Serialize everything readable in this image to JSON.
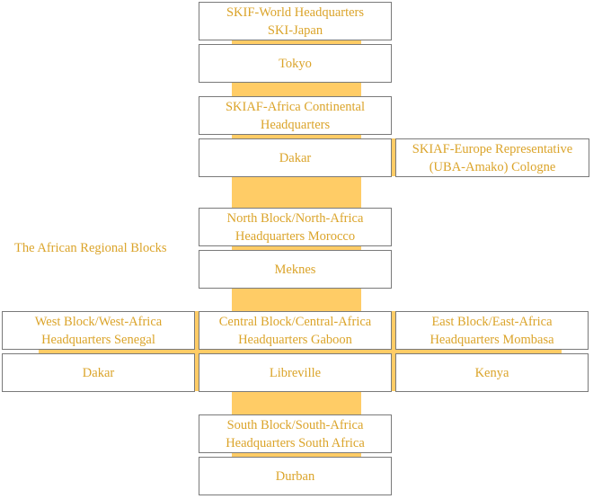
{
  "label": "The African Regional Blocks",
  "center": [
    "SKIF-World Headquarters\nSKI-Japan",
    "Tokyo",
    "SKIAF-Africa Continental\nHeadquarters",
    "Dakar",
    "North Block/North-Africa\nHeadquarters Morocco",
    "Meknes",
    "Central Block/Central-Africa\nHeadquarters Gaboon",
    "Libreville",
    "South Block/South-Africa\nHeadquarters South Africa",
    "Durban"
  ],
  "europe": "SKIAF-Europe Representative\n(UBA-Amako) Cologne",
  "west": [
    "West Block/West-Africa\nHeadquarters Senegal",
    "Dakar"
  ],
  "east": [
    "East Block/East-Africa\nHeadquarters Mombasa",
    "Kenya"
  ]
}
